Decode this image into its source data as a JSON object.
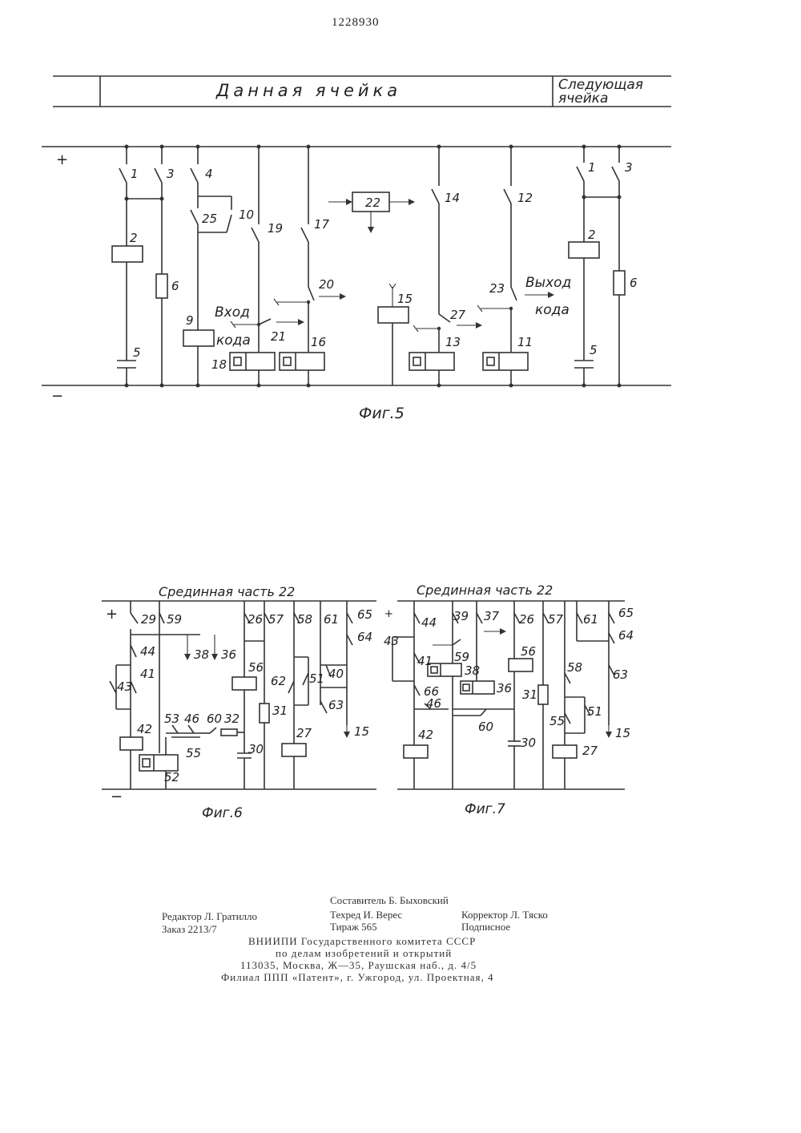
{
  "patent_number": "1228930",
  "fig5": {
    "header_cell": "Данная ячейка",
    "header_next": [
      "Следующая",
      "ячейка"
    ],
    "plus": "+",
    "minus": "−",
    "input_label": [
      "Вход",
      "кода"
    ],
    "output_label": [
      "Выход",
      "кода"
    ],
    "caption": "Фиг.5",
    "labels": [
      "1",
      "3",
      "4",
      "10",
      "25",
      "2",
      "6",
      "9",
      "5",
      "19",
      "17",
      "21",
      "18",
      "20",
      "16",
      "22",
      "15",
      "14",
      "27",
      "13",
      "12",
      "23",
      "11",
      "1",
      "3",
      "2",
      "6",
      "5"
    ]
  },
  "fig6": {
    "title": "Срединная часть 22",
    "plus": "+",
    "minus": "−",
    "caption": "Фиг.6",
    "labels": [
      "29",
      "59",
      "38",
      "36",
      "44",
      "41",
      "43",
      "42",
      "52",
      "53",
      "46",
      "55",
      "60",
      "32",
      "30",
      "26",
      "56",
      "31",
      "57",
      "58",
      "62",
      "51",
      "27",
      "61",
      "65",
      "64",
      "40",
      "63",
      "15"
    ]
  },
  "fig7": {
    "title": "Срединная часть 22",
    "plus": "+",
    "caption": "Фиг.7",
    "labels": [
      "44",
      "43",
      "41",
      "59",
      "38",
      "36",
      "39",
      "37",
      "66",
      "46",
      "60",
      "42",
      "30",
      "26",
      "56",
      "31",
      "57",
      "61",
      "65",
      "64",
      "58",
      "63",
      "51",
      "55",
      "27",
      "15"
    ]
  },
  "footer": {
    "compiler": "Составитель Б. Быховский",
    "editor": "Редактор Л. Гратилло",
    "techred": "Техред И. Верес",
    "corrector": "Корректор Л. Тяско",
    "order": "Заказ 2213/7",
    "circulation": "Тираж 565",
    "subscription": "Подписное",
    "org_line1": "ВНИИПИ Государственного комитета СССР",
    "org_line2": "по делам изобретений и открытий",
    "address": "113035, Москва, Ж—35, Раушская наб., д. 4/5",
    "branch": "Филиал ППП «Патент», г. Ужгород, ул. Проектная, 4"
  }
}
